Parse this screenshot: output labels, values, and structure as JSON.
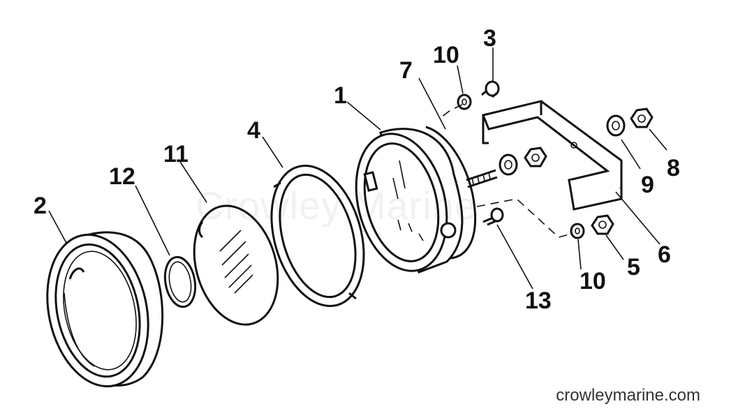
{
  "callouts": {
    "c1": "1",
    "c2": "2",
    "c3": "3",
    "c4": "4",
    "c5": "5",
    "c6": "6",
    "c7": "7",
    "c8": "8",
    "c9": "9",
    "c10a": "10",
    "c10b": "10",
    "c11": "11",
    "c12": "12",
    "c13": "13"
  },
  "watermark": "crowleymarine.com",
  "ghost_watermark": "Crowley Marine"
}
